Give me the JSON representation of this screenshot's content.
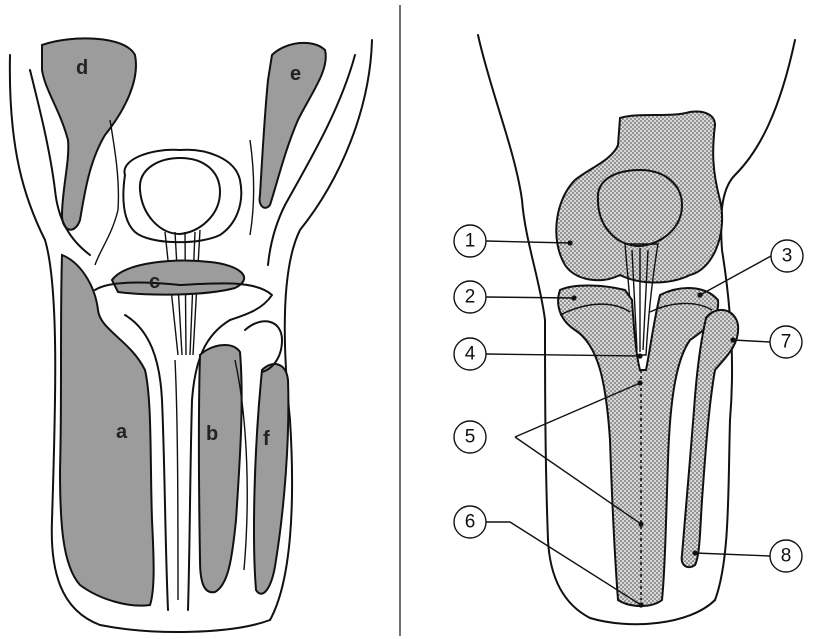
{
  "left_figure": {
    "labels": [
      "d",
      "e",
      "c",
      "a",
      "b",
      "f"
    ]
  },
  "right_figure": {
    "callouts": [
      "1",
      "2",
      "3",
      "4",
      "5",
      "6",
      "7",
      "8"
    ]
  }
}
